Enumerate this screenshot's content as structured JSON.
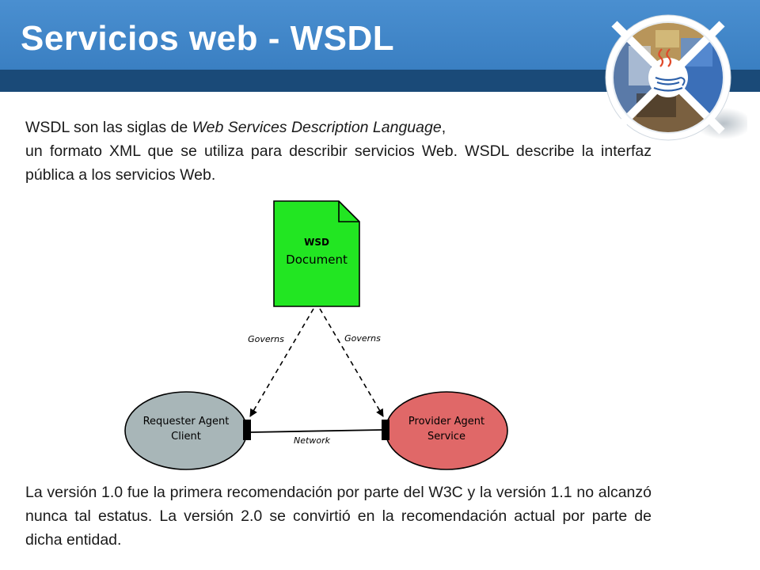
{
  "slide": {
    "title": "Servicios web - WSDL"
  },
  "intro": {
    "text_before": "WSDL son las siglas de ",
    "term": "Web Services Description Language",
    "text_after": ",",
    "continuation": "un formato XML que se utiliza para describir servicios Web. WSDL describe la interfaz pública a los servicios Web."
  },
  "diagram": {
    "document": {
      "line1": "WSD",
      "line2": "Document",
      "color": "#22e622"
    },
    "governs_left": "Governs",
    "governs_right": "Governs",
    "requester": {
      "line1": "Requester Agent",
      "line2": "Client",
      "color": "#a8b6b8"
    },
    "provider": {
      "line1": "Provider Agent",
      "line2": "Service",
      "color": "#e06868"
    },
    "network": "Network"
  },
  "outro": {
    "text": "La versión 1.0 fue la primera recomendación por parte del W3C y la versión 1.1 no alcanzó nunca tal estatus. La versión 2.0 se convirtió en la recomendación actual por parte de dicha entidad."
  },
  "colors": {
    "header_blue": "#3a7fc2",
    "header_dark": "#1a4a78"
  }
}
